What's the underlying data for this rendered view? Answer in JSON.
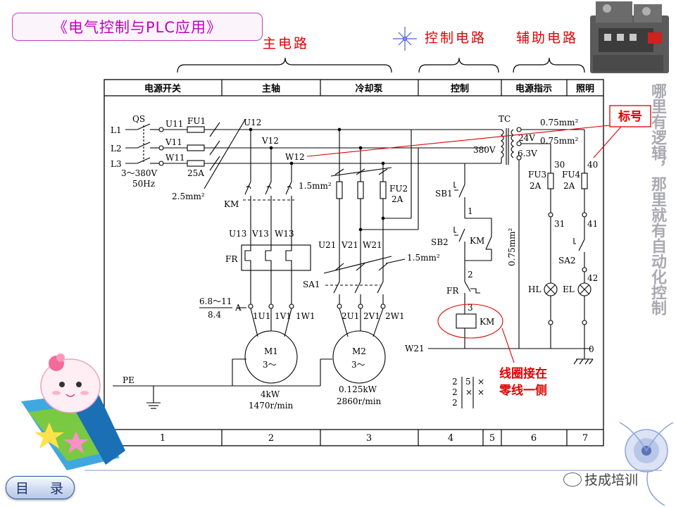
{
  "header": {
    "course_title": "《电气控制与PLC应用》"
  },
  "section_labels": {
    "main_circuit": "主电路",
    "control_circuit": "控制电路",
    "aux_circuit": "辅助电路"
  },
  "annotations": {
    "tag_label": "标号",
    "coil_note_line1": "线圈接在",
    "coil_note_line2": "零线一侧",
    "side_slogan": "哪里有逻辑，那里就有自动化控制"
  },
  "navigation": {
    "toc_button": "目 录"
  },
  "watermark": {
    "text": "技成培训"
  },
  "diagram": {
    "header_cells": [
      "电源开关",
      "主轴",
      "冷却泵",
      "控制",
      "电源指示",
      "照明"
    ],
    "footer_cells": [
      "1",
      "2",
      "3",
      "4",
      "5",
      "6",
      "7"
    ],
    "labels": {
      "qs": "QS",
      "l1": "L1",
      "l2": "L2",
      "l3": "L3",
      "u11": "U11",
      "v11": "V11",
      "w11": "W11",
      "fu1": "FU1",
      "fu1_rating": "25A",
      "supply": "3～380V",
      "freq": "50Hz",
      "u12": "U12",
      "v12": "V12",
      "w12": "W12",
      "wire_main": "2.5mm²",
      "wire_pump": "1.5mm²",
      "wire_pump2": "1.5mm²",
      "km": "KM",
      "u13": "U13",
      "v13": "V13",
      "w13": "W13",
      "fr": "FR",
      "fr_setting_top": "6.8～11",
      "fr_setting_bottom": "8.4",
      "fr_unit": "A",
      "u1": "1U1",
      "v1": "1V1",
      "w1": "1W1",
      "m1": "M1",
      "m1_sym": "3～",
      "m1_power": "4kW",
      "m1_speed": "1470r/min",
      "fu2": "FU2",
      "fu2_rating": "2A",
      "u21": "U21",
      "v21": "V21",
      "w21": "W21",
      "sa1": "SA1",
      "u2": "2U1",
      "v2": "2V1",
      "w2": "2W1",
      "m2": "M2",
      "m2_sym": "3～",
      "m2_power": "0.125kW",
      "m2_speed": "2860r/min",
      "pe": "PE",
      "sb1": "SB1",
      "sb2": "SB2",
      "km_aux": "KM",
      "fr_contact": "FR",
      "km_coil": "KM",
      "node1": "1",
      "node2": "2",
      "node3": "3",
      "w21_ctrl": "W21",
      "tc": "TC",
      "v380": "380V",
      "v24": "24V",
      "v63": "6.3V",
      "wire_a": "0.75mm²",
      "wire_b": "0.75mm²",
      "wire_c": "0.75mm²",
      "fu3": "FU3",
      "fu3_rating": "2A",
      "fu4": "FU4",
      "fu4_rating": "2A",
      "n30": "30",
      "n31": "31",
      "n40": "40",
      "n41": "41",
      "n42": "42",
      "n0": "0",
      "sa2": "SA2",
      "hl": "HL",
      "el": "EL",
      "xref_a1": "2",
      "xref_a2": "2",
      "xref_a3": "2",
      "xref_b1": "5",
      "xref_b2": "×",
      "xref_c1": "×",
      "xref_c2": "×"
    }
  },
  "colors": {
    "magenta_title": "#c000c0",
    "red_label": "#e00000",
    "line": "#000000"
  }
}
